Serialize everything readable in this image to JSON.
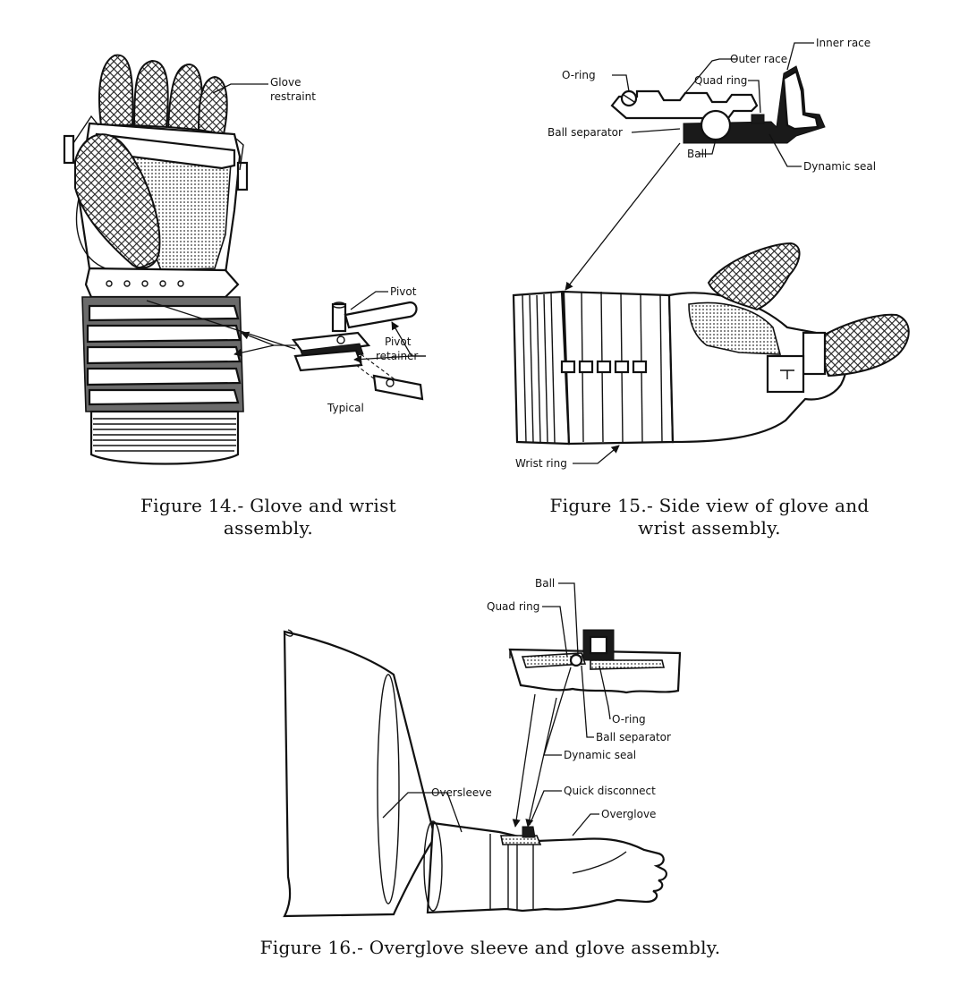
{
  "figures": [
    {
      "caption_line1": "Figure 14.- Glove and wrist",
      "caption_line2": "assembly.",
      "labels": {
        "glove_restraint_1": "Glove",
        "glove_restraint_2": "restraint",
        "pivot": "Pivot",
        "pivot_retainer_1": "Pivot",
        "pivot_retainer_2": "retainer",
        "typical": "Typical"
      }
    },
    {
      "caption_line1": "Figure 15.- Side view of glove and",
      "caption_line2": "wrist assembly.",
      "labels": {
        "inner_race": "Inner race",
        "outer_race": "Outer race",
        "o_ring": "O-ring",
        "quad_ring": "Quad ring",
        "ball_separator": "Ball separator",
        "ball": "Ball",
        "dynamic_seal": "Dynamic seal",
        "wrist_ring": "Wrist ring"
      }
    },
    {
      "caption_line1": "Figure 16.- Overglove sleeve and glove assembly.",
      "labels": {
        "ball": "Ball",
        "quad_ring": "Quad ring",
        "o_ring": "O-ring",
        "ball_separator": "Ball separator",
        "dynamic_seal": "Dynamic seal",
        "quick_disconnect": "Quick disconnect",
        "overglove": "Overglove",
        "oversleeve": "Oversleeve"
      }
    }
  ]
}
